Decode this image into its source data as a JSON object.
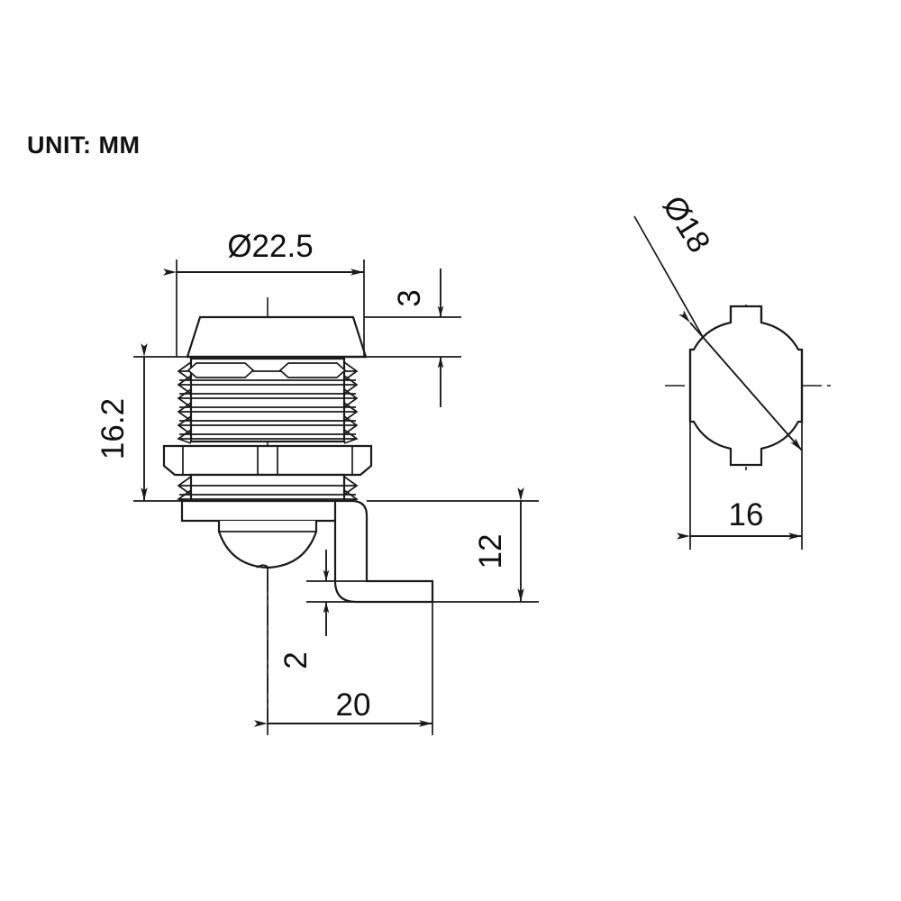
{
  "drawing": {
    "title_note": "UNIT: MM",
    "unit": "MM",
    "line_color": "#1a1a1a",
    "background": "#ffffff",
    "views": {
      "front": {
        "name": "front-section-view",
        "description": "Cam lock front sectional view with threaded barrel, conical head, nut and L-shaped cam arm"
      },
      "side": {
        "name": "cam-plan-view",
        "description": "Cam disc plan view, circular with two flats and two tabs"
      }
    },
    "dimensions": {
      "head_diameter": "Ø22.5",
      "head_height": "3",
      "barrel_length": "16.2",
      "cam_drop": "12",
      "cam_thickness": "2",
      "cam_reach": "20",
      "cam_disc_diameter": "Ø18",
      "cam_disc_width": "16"
    }
  }
}
